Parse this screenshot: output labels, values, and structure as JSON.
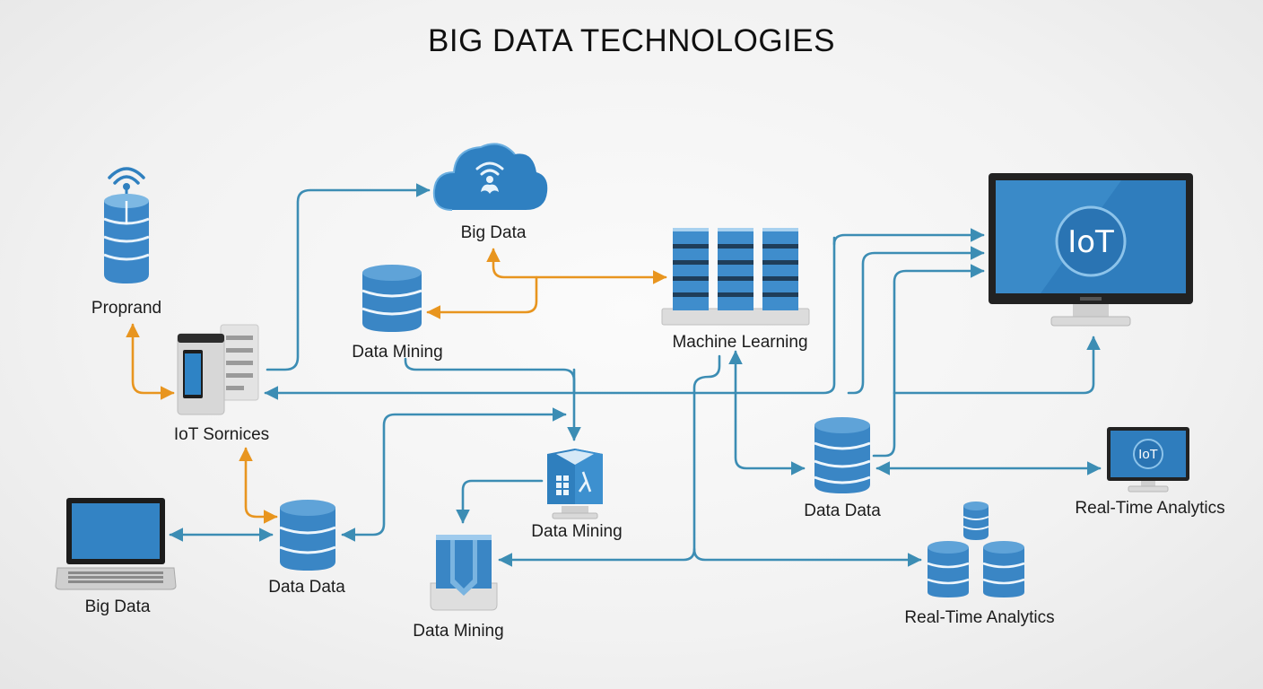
{
  "title": "BIG DATA TECHNOLOGIES",
  "nodes": {
    "proprand": "Proprand",
    "iot_services": "IoT Sornices",
    "big_data_cloud": "Big Data",
    "data_mining_top": "Data Mining",
    "machine_learning": "Machine Learning",
    "iot_monitor_badge": "IoT",
    "big_data_laptop": "Big Data",
    "data_data_left": "Data Data",
    "data_mining_center": "Data Mining",
    "data_mining_bottom": "Data Mining",
    "data_data_right": "Data Data",
    "rta_monitor_badge": "IoT",
    "real_time_analytics_top": "Real-Time Analytics",
    "real_time_analytics_bottom": "Real-Time Analytics"
  },
  "colors": {
    "connector_blue": "#3c8db4",
    "connector_orange": "#e8951f",
    "node_blue": "#3a86c5",
    "node_dark": "#1f5c8f"
  },
  "icons": {
    "proprand": "wifi-database-icon",
    "iot_services": "server-device-icon",
    "big_data_cloud": "cloud-icon",
    "data_mining_top": "database-icon",
    "machine_learning": "server-rack-icon",
    "iot_monitor": "monitor-icon",
    "big_data_laptop": "laptop-icon",
    "data_data_left": "database-icon",
    "data_mining_center": "analytics-box-icon",
    "data_mining_bottom": "storage-unit-icon",
    "data_data_right": "database-icon",
    "rta_monitor": "monitor-icon",
    "real_time_analytics_bottom": "database-cluster-icon"
  }
}
